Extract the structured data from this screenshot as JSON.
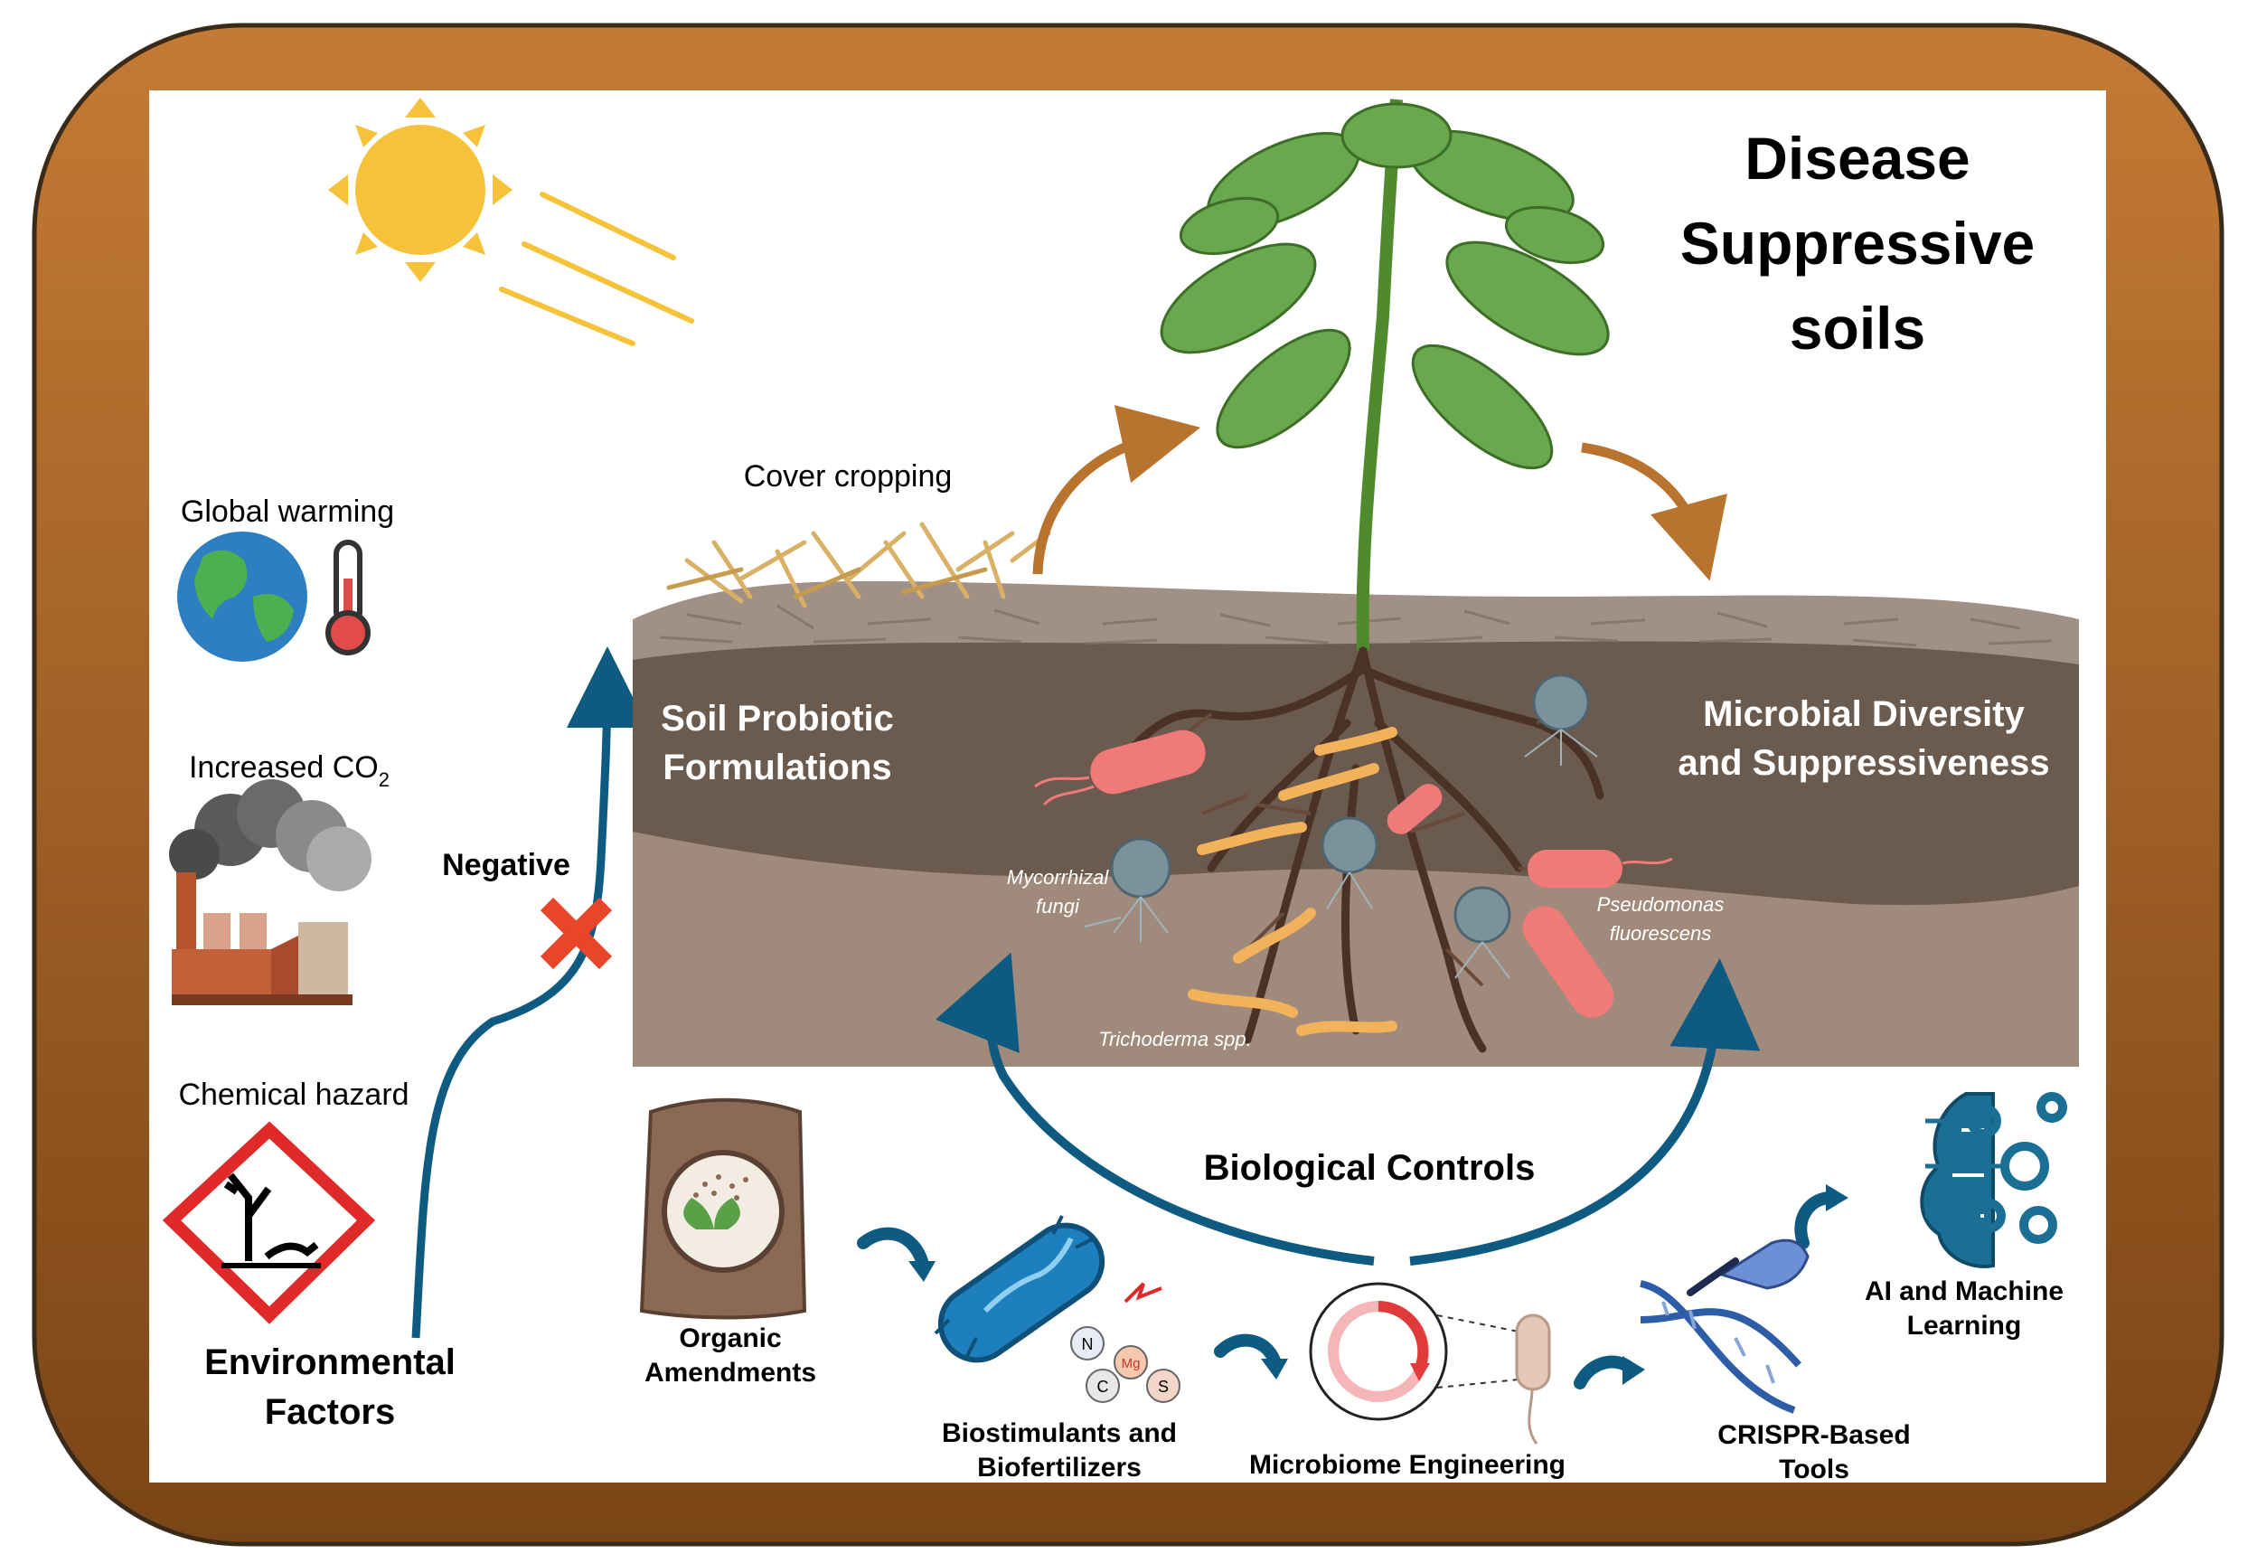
{
  "title": {
    "line1": "Disease",
    "line2": "Suppressive",
    "line3": "soils"
  },
  "environmental": {
    "global_warming": "Global warming",
    "increased_co2_base": "Increased CO",
    "increased_co2_sub": "2",
    "chemical_hazard": "Chemical hazard",
    "heading_line1": "Environmental",
    "heading_line2": "Factors",
    "negative": "Negative"
  },
  "soil": {
    "cover_cropping": "Cover cropping",
    "probiotic_line1": "Soil Probiotic",
    "probiotic_line2": "Formulations",
    "diversity_line1": "Microbial Diversity",
    "diversity_line2": "and Suppressiveness",
    "mycorrhizal_line1": "Mycorrhizal",
    "mycorrhizal_line2": "fungi",
    "pseudomonas_line1": "Pseudomonas",
    "pseudomonas_line2": "fluorescens",
    "trichoderma": "Trichoderma spp."
  },
  "controls": {
    "heading": "Biological Controls",
    "organic_line1": "Organic",
    "organic_line2": "Amendments",
    "biostim_line1": "Biostimulants and",
    "biostim_line2": "Biofertilizers",
    "nutrients": [
      "N",
      "Mg",
      "C",
      "S"
    ],
    "microbiome": "Microbiome Engineering",
    "crispr_line1": "CRISPR-Based",
    "crispr_line2": "Tools",
    "ai_line1": "AI and Machine",
    "ai_line2": "Learning"
  },
  "colors": {
    "frame_top": "#c47a35",
    "frame_bottom": "#7a4516",
    "soil_top": "#9c8c82",
    "soil_mid": "#6b5a4e",
    "soil_low": "#a08a7b",
    "arrow_blue": "#0f5a80",
    "arrow_brown": "#b8732f",
    "sun": "#f5c23a",
    "leaf": "#6aa84f",
    "bacteria_red": "#f07a78"
  }
}
